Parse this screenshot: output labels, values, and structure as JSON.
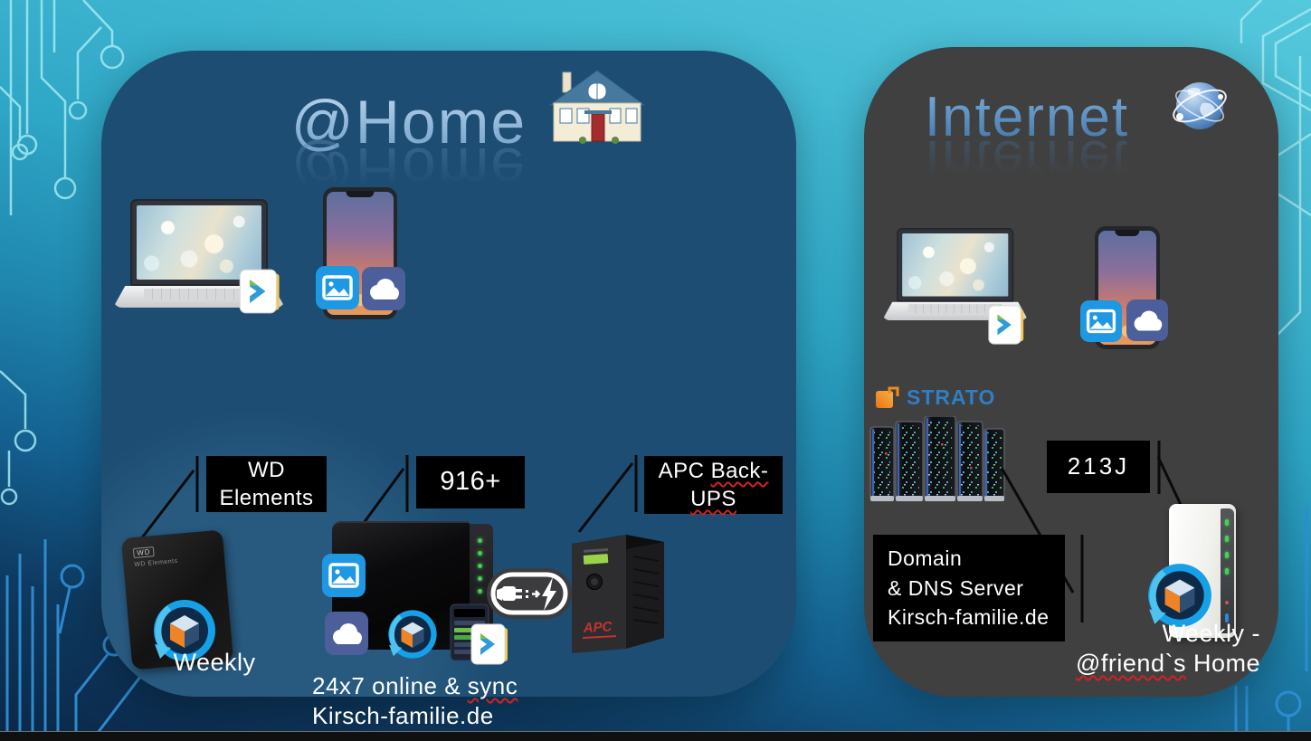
{
  "slide": {
    "home": {
      "title": "@Home",
      "wd_label": {
        "line1": "WD",
        "line2": "Elements"
      },
      "nas_label": "916+",
      "ups_label": {
        "word1": "APC ",
        "word2": "Back-",
        "line2": "UPS"
      },
      "weekly": "Weekly",
      "online": {
        "prefix": "24x7 online & ",
        "sync": "sync",
        "line2": "Kirsch-familie.de"
      },
      "wd_drive": {
        "logo": "WD",
        "label": "WD Elements"
      },
      "ups_brand": "APC"
    },
    "internet": {
      "title": "Internet",
      "strato": "STRATO",
      "nas_label": "213J",
      "domain_label": {
        "line1": "Domain",
        "line2": "& DNS Server",
        "line3": "Kirsch-familie.de"
      },
      "weekly": {
        "line1": "Weekly -",
        "friend": "@friend`s",
        "rest": " Home"
      }
    }
  },
  "icons": {
    "home_panel": [
      "house-icon",
      "hp-laptop",
      "synology-drive-icon",
      "smartphone",
      "photos-app-icon",
      "cloud-app-icon",
      "wd-elements-drive",
      "hyper-backup-icon",
      "synology-916-nas",
      "dsm-server-icon",
      "power-plug-icon",
      "apc-back-ups-device"
    ],
    "internet_panel": [
      "globe-icon",
      "hp-laptop",
      "synology-drive-icon",
      "smartphone",
      "photos-app-icon",
      "cloud-app-icon",
      "strato-logo",
      "server-rack",
      "synology-213j-nas",
      "hyper-backup-icon"
    ]
  },
  "colors": {
    "background_top": "#55c8dc",
    "background_bottom": "#0b2848",
    "home_panel": "#1d4d73",
    "internet_panel": "#404040",
    "label_bg": "#000000",
    "label_text": "#ffffff",
    "title_blue_light": "#a9c9e4",
    "title_blue_dark": "#4f82b0",
    "circuit_cyan": "#a5e9f2",
    "circuit_blue": "#2f8fd4",
    "led_green": "#46d054",
    "apc_red": "#c4342f",
    "strato_orange": "#f08a1d",
    "strato_blue": "#2e7fc6",
    "squiggle_red": "#d22222",
    "app_blue": "#1e98e2",
    "cloud_slate": "#4d5f9a"
  }
}
